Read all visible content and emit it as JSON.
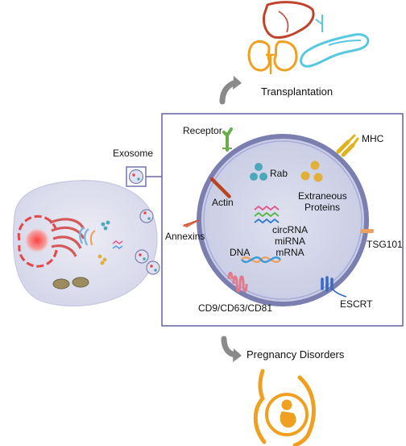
{
  "labels": {
    "transplantation": "Transplantation",
    "exosome": "Exosome",
    "receptor": "Receptor",
    "rab": "Rab",
    "mhc": "MHC",
    "actin": "Actin",
    "extraneous": "Extraneous",
    "proteins": "Proteins",
    "annexins": "Annexins",
    "circrna": "circRNA",
    "mirna": "miRNA",
    "mrna": "mRNA",
    "tsg101": "TSG101",
    "dna": "DNA",
    "cd9": "CD9/CD63/CD81",
    "escrt": "ESCRT",
    "pregnancy": "Pregnancy Disorders"
  },
  "icons": [
    "liver-icon",
    "kidney-icon",
    "pancreas-icon",
    "pregnant-woman-icon",
    "curved-arrow-icon",
    "cell-icon",
    "exosome-icon"
  ],
  "colors": {
    "organ_orange": "#f0a020",
    "liver_red": "#c0442c",
    "pancreas_cyan": "#56c8e0",
    "box_border": "#6a6aa8",
    "cell_fill": "#e6e6f2",
    "exosome_fill": "#cfd3ea",
    "arrow_gray": "#8a8a8a"
  }
}
